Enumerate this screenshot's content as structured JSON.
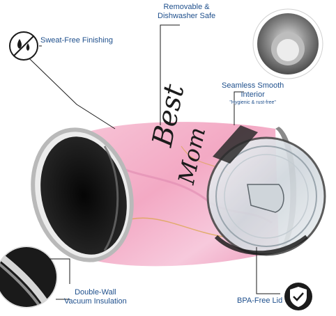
{
  "callouts": {
    "sweat_free": "Sweat-Free Finishing",
    "removable_line1": "Removable &",
    "removable_line2": "Dishwasher Safe",
    "seamless_line1": "Seamless Smooth",
    "seamless_line2": "Interior",
    "seamless_note": "\"Hygienic & rust-free\"",
    "double_wall_line1": "Double-Wall",
    "double_wall_line2": "Vacuum Insulation",
    "bpa_free": "BPA-Free Lid"
  },
  "product_print": {
    "word_top": "Best",
    "word_bottom": "Mom"
  },
  "colors": {
    "callout_text": "#1e4f8c",
    "tumbler_pink": "#f2a9c6",
    "steel": "#9a9a9a",
    "lid_clear": "#dde3e8"
  },
  "icons": {
    "sweat_free": "no-drops-icon",
    "bpa_free": "shield-check-icon"
  }
}
